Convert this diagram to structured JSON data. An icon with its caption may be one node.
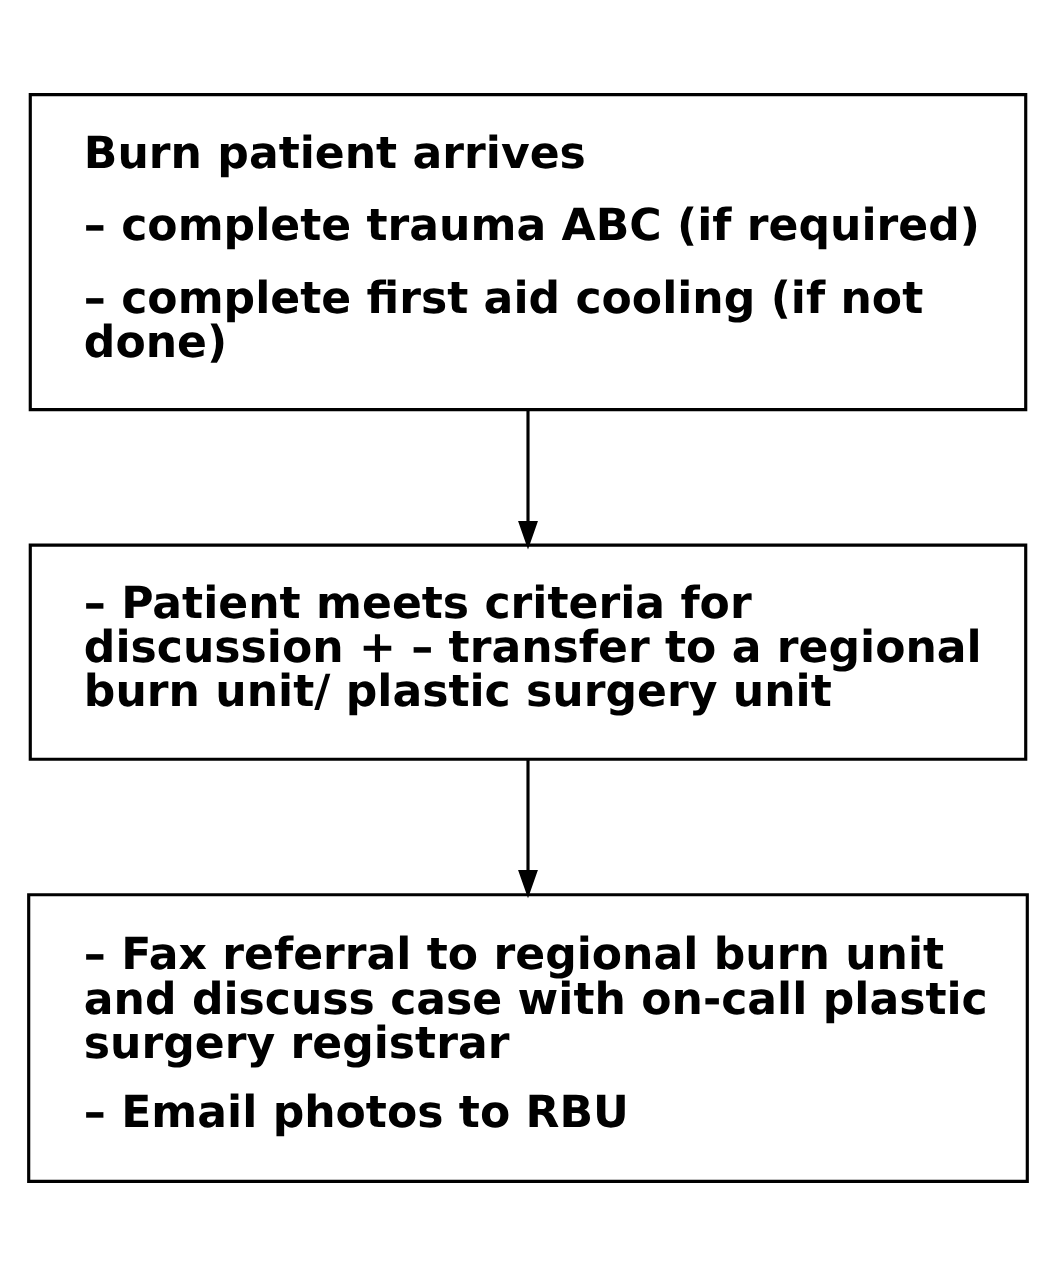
{
  "diagram": {
    "nodes": [
      {
        "text": [
          "Burn patient arrives",
          "– complete trauma ABC (if required)",
          "– complete first aid cooling (if not done)"
        ]
      },
      {
        "text": [
          "– Patient meets criteria for discussion + – transfer to a regional burn unit/ plastic surgery unit"
        ]
      },
      {
        "text": [
          "– Fax referral to regional burn unit and discuss case with on-call plastic surgery registrar",
          "– Email photos to RBU"
        ]
      }
    ],
    "edges": [
      {
        "from": 0,
        "to": 1,
        "arrow": "to"
      },
      {
        "from": 1,
        "to": 2,
        "arrow": "to"
      }
    ]
  }
}
